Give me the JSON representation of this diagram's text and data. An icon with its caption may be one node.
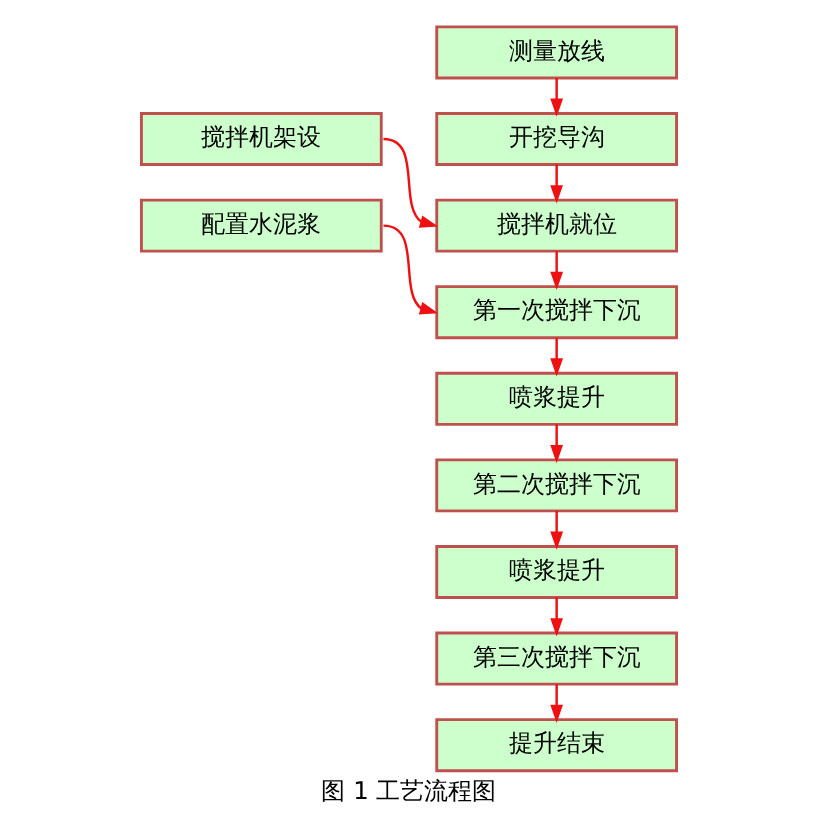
{
  "diagram": {
    "caption": "图 1 工艺流程图",
    "nodes": [
      {
        "text": [
          "测量放线"
        ]
      },
      {
        "text": [
          "开挖导沟"
        ]
      },
      {
        "text": [
          "搅拌机架设"
        ]
      },
      {
        "text": [
          "搅拌机就位"
        ]
      },
      {
        "text": [
          "配置水泥浆"
        ]
      },
      {
        "text": [
          "第一次搅拌下沉"
        ]
      },
      {
        "text": [
          "喷浆提升"
        ]
      },
      {
        "text": [
          "第二次搅拌下沉"
        ]
      },
      {
        "text": [
          "喷浆提升"
        ]
      },
      {
        "text": [
          "第三次搅拌下沉"
        ]
      },
      {
        "text": [
          "提升结束"
        ]
      }
    ],
    "edges": [
      {
        "from": 0,
        "to": 1,
        "arrow": "to"
      },
      {
        "from": 1,
        "to": 3,
        "arrow": "to"
      },
      {
        "from": 2,
        "to": 3,
        "arrow": "to"
      },
      {
        "from": 3,
        "to": 5,
        "arrow": "to"
      },
      {
        "from": 4,
        "to": 5,
        "arrow": "to"
      },
      {
        "from": 5,
        "to": 6,
        "arrow": "to"
      },
      {
        "from": 6,
        "to": 7,
        "arrow": "to"
      },
      {
        "from": 7,
        "to": 8,
        "arrow": "to"
      },
      {
        "from": 8,
        "to": 9,
        "arrow": "to"
      },
      {
        "from": 9,
        "to": 10,
        "arrow": "to"
      }
    ]
  }
}
